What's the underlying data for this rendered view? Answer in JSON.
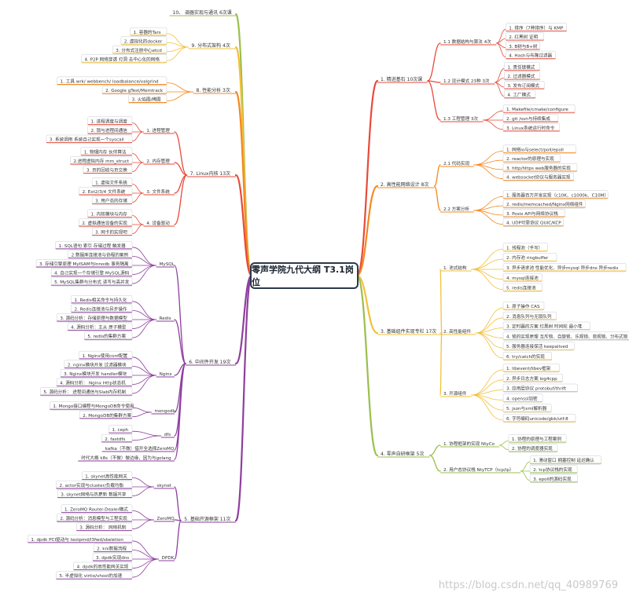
{
  "root": "零声学院九代大纲 T3.1岗位",
  "watermark": "https://blog.csdn.net/qq_40989769",
  "right": [
    {
      "label": "1. 精进基石 10次课",
      "color": "#e84a3a",
      "children": [
        {
          "label": "1.1 数据结构与算法 4次",
          "children": [
            "1. 排序（7种排序）与 KMP",
            "2. 红黑树 证明",
            "3. B树与B+树",
            "4. Hash与布隆过滤器"
          ]
        },
        {
          "label": "1.2 设计模式 23种 3次",
          "children": [
            "1. 责任链模式",
            "2. 过滤器模式",
            "3. 发布订阅模式",
            "4. 工厂模式"
          ]
        },
        {
          "label": "1.3 工程管理 3次",
          "children": [
            "1. Makefile/cmake/configure",
            "2. git /svn与持续集成",
            "3. Linux系统运行时命令"
          ]
        }
      ]
    },
    {
      "label": "2. 高性能网络设计 8次",
      "color": "#f4881f",
      "children": [
        {
          "label": "2.1 代码实现",
          "children": [
            "1. 网络io与select/poll/epoll",
            "2. reactor的原理与实现",
            "3. http/https web服务器的实现",
            "4. websocket协议与服务器实现"
          ]
        },
        {
          "label": "2.2 方案分析",
          "children": [
            "1. 服务器百万并发实现（c10K、c1000k、C10M）",
            "2. redis/memcached/Nginx网络组件",
            "3. Posix API与网络协议栈",
            "4. UDP可靠协议 QUIC/KCP"
          ]
        }
      ]
    },
    {
      "label": "3. 基础组件实现专栏 17次",
      "color": "#f3c03a",
      "children": [
        {
          "label": "1. 池式结构",
          "children": [
            "1. 线程池（手写）",
            "2. 内存池 ringbuffer",
            "3. 异步请求池 性能优化、异步mysql 异步dns 异步redis",
            "4. mysql连接池",
            "5. redis连接池"
          ]
        },
        {
          "label": "2. 高性能组件",
          "children": [
            "1. 原子操作 CAS",
            "2. 消息队列与无锁队列",
            "3. 定时器的方案 红黑树 时间轮 最小堆",
            "4. 锁的实现原理 互斥锁、自旋锁、乐观锁、悲观锁、分布式锁",
            "5. 服务器连接保活 keepalived",
            "6. try/catch的实现"
          ]
        },
        {
          "label": "3. 开源组件",
          "children": [
            "1. libevent/libev框架",
            "2. 异步日志方案 log4cpp",
            "3. 应用层协议 protobuf/thrift",
            "4. openssl加密",
            "5. json与xml解析器",
            "6. 字符编码unicode/gbk/utf-8"
          ]
        }
      ]
    },
    {
      "label": "4. 零声自研框架 5次",
      "color": "#9bbf4c",
      "children": [
        {
          "label": "1. 协程框架的实现 NtyCo",
          "children": [
            "1. 协程的原理与工程案例",
            "2. 协程的调度器实现"
          ]
        },
        {
          "label": "2. 用户态协议栈 NtyTCP（tcp/ip）",
          "children": [
            "1. 滑动窗口 拥塞控制 延迟确认",
            "2. tcp协议栈的实现",
            "3. epoll的源码实现"
          ]
        }
      ]
    }
  ],
  "left": [
    {
      "label": "10、 调器实现与通讯 6次课",
      "color": "#9bbf4c",
      "children": []
    },
    {
      "label": "9. 分布式架构 4次",
      "color": "#f3c03a",
      "children": [
        "1. 容器的Tars",
        "2. 虚拟化的docker",
        "3. 分布式注册中心etcd",
        "4. P2P 网络穿透 打洞 去中心化的网络"
      ]
    },
    {
      "label": "8. 性能分析 3次",
      "color": "#f4881f",
      "children": [
        "1. 工具 wrk/ webbench/ loadbalance/valgrind",
        "2. Google gTest/Memtrack",
        "3. 火焰图/稀图"
      ]
    },
    {
      "label": "7. Linux内核 13次",
      "color": "#e84a3a",
      "children": [
        {
          "label": "1. 进程管理",
          "children": [
            "1. 进程调度与调度",
            "2. 锁与进程间通信",
            "3. 系统调用 系统自己实现一个syscall"
          ]
        },
        {
          "label": "2. 内存管理",
          "children": [
            "1. 物理内存 伙伴算法",
            "2.进程虚拟内存 mm_struct",
            "3. 页的回收与页交换"
          ]
        },
        {
          "label": "3. 文件系统",
          "children": [
            "1. 虚拟文件系统",
            "2. Ext2/3/4 文件系统",
            "3. 用户态的存储"
          ]
        },
        {
          "label": "4. 设备驱动",
          "children": [
            "1. 内核模块与内存",
            "2. 虚拟通信设备的实现",
            "3. 网卡的实现吧"
          ]
        }
      ]
    },
    {
      "label": "6. 中间件开发 19次",
      "color": "#8e3e9e",
      "children": [
        {
          "label": "MySQL",
          "children": [
            "1. SQL语句 索引 存储过程 触发器",
            "2.数据库连接池与协程的案例",
            "3. 存储引擎原理 MyISAM与Innodb 事务隔离",
            "4. 自己实现一个存储引擎 MySQL源码",
            "5. MySQL集群与分布式 读写与高并发"
          ]
        },
        {
          "label": "Redis",
          "children": [
            "1. Redis相关命令与持久化",
            "2. Redis连接池与异步操作",
            "3. 源码分析：存储原理与数据模型",
            "4. 源码分析：主从 原子模型",
            "5. redis的集群方案"
          ]
        },
        {
          "label": "Nginx",
          "children": [
            "1. Nginx使用conf配置",
            "2. nginx模块开发 过滤器模块",
            "3. Nginx模块开发 handler模块",
            "4. 源码分析： Nginx Http状态机",
            "5. 源码分析： 进程间通信与Slab内存机制"
          ]
        },
        {
          "label": "mongodb",
          "children": [
            "1. Mongo接口编程与MongoDB命令使用",
            "2. MongoDB的集群方案"
          ]
        },
        {
          "label": "dfs",
          "children": [
            "1. ceph",
            "2. fastdfs"
          ]
        },
        {
          "label": "kafka（不做）借开全选择ZeroMQ",
          "children": []
        },
        {
          "label": "时代大概 k8s（不做）做边缘，因为与golang",
          "children": []
        }
      ]
    },
    {
      "label": "5. 基础开源框架 11次",
      "color": "#8e3e9e",
      "children": [
        {
          "label": "skynet",
          "children": [
            "1. skynet高性能网关",
            "2. actor实现与cluster/负载均衡",
            "3. skynet网络与热更新 数据共享"
          ]
        },
        {
          "label": "ZeroMQ",
          "children": [
            "1. ZeroMQ Router-Dealer模式",
            "2. 源码分析：消息模型与工程实现",
            "3. 源码分析： 网络机制"
          ]
        },
        {
          "label": "DPDK",
          "children": [
            "1. dpdk PCI驱动与 testpmd/l3fwd/skeletion",
            "2. kni数据流程",
            "3. dpdk实现dns",
            "4. dpdk的高性能网关实现",
            "5. 半虚拟化 virtio/vhost的加速"
          ]
        }
      ]
    }
  ]
}
